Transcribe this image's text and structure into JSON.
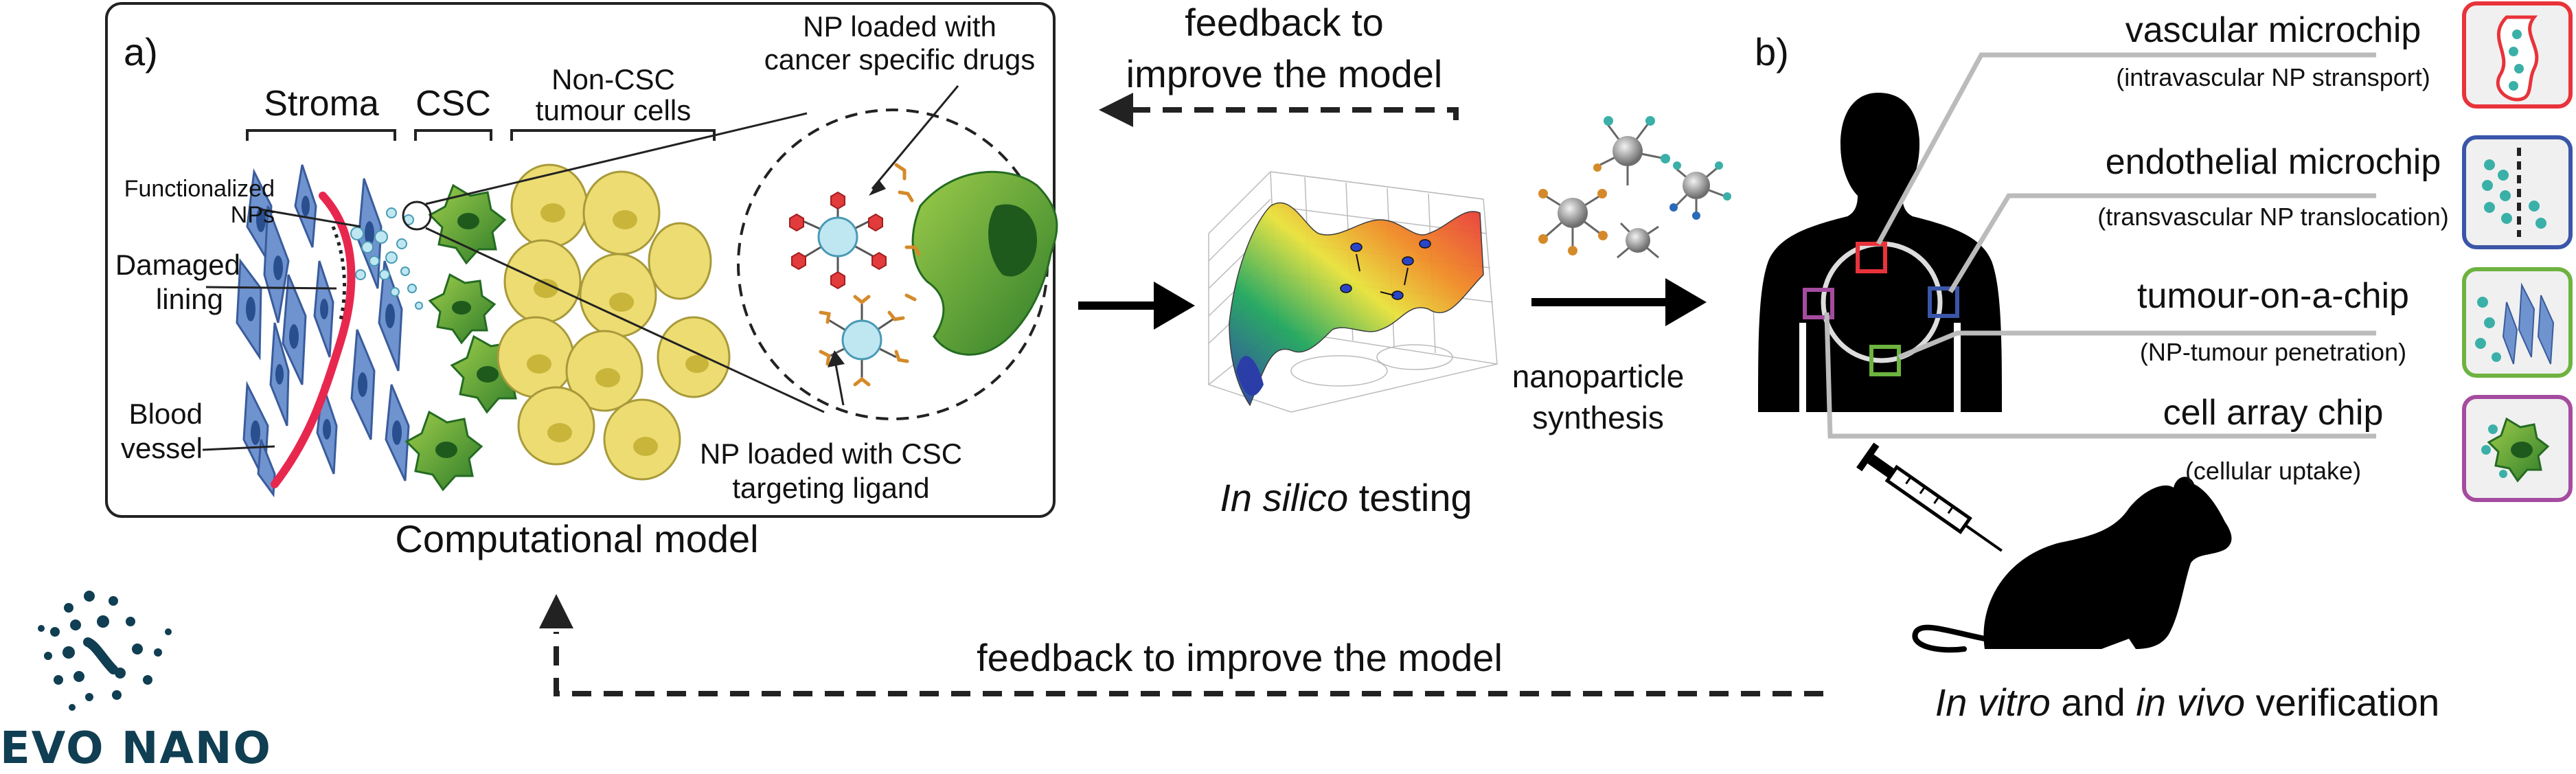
{
  "panel_a": {
    "letter": "a)",
    "stroma": "Stroma",
    "csc": "CSC",
    "non_csc_line1": "Non-CSC",
    "non_csc_line2": "tumour cells",
    "functionalized_line1": "Functionalized",
    "functionalized_line2": "NPs",
    "damaged_line1": "Damaged",
    "damaged_line2": "lining",
    "blood_line1": "Blood",
    "blood_line2": "vessel",
    "np_drugs_line1": "NP loaded with",
    "np_drugs_line2": "cancer specific drugs",
    "np_csc_line1": "NP loaded with CSC",
    "np_csc_line2": "targeting ligand",
    "caption": "Computational model"
  },
  "feedback_top_line1": "feedback to",
  "feedback_top_line2": "improve the model",
  "in_silico_italic": "In silico",
  "in_silico_rest": " testing",
  "synthesis_line1": "nanoparticle",
  "synthesis_line2": "synthesis",
  "feedback_bottom": "feedback to improve the model",
  "panel_b": {
    "letter": "b)",
    "chips": [
      {
        "title": "vascular microchip",
        "subtitle": "(intravascular NP stransport)",
        "color": "#e8333a"
      },
      {
        "title": "endothelial microchip",
        "subtitle": "(transvascular NP translocation)",
        "color": "#3a56a8"
      },
      {
        "title": "tumour-on-a-chip",
        "subtitle": "(NP-tumour penetration)",
        "color": "#6db33f"
      },
      {
        "title": "cell array chip",
        "subtitle": "(cellular uptake)",
        "color": "#a54c9f"
      }
    ],
    "verification_italic1": "In vitro",
    "verification_and": " and ",
    "verification_italic2": "in vivo",
    "verification_rest": " verification"
  },
  "logo_text": "EVO NANO",
  "colors": {
    "dark_teal": "#103e52",
    "green": "#4c9a2a",
    "yellow": "#e8d868",
    "blue_cell": "#6f93cf",
    "red": "#e8333a"
  }
}
